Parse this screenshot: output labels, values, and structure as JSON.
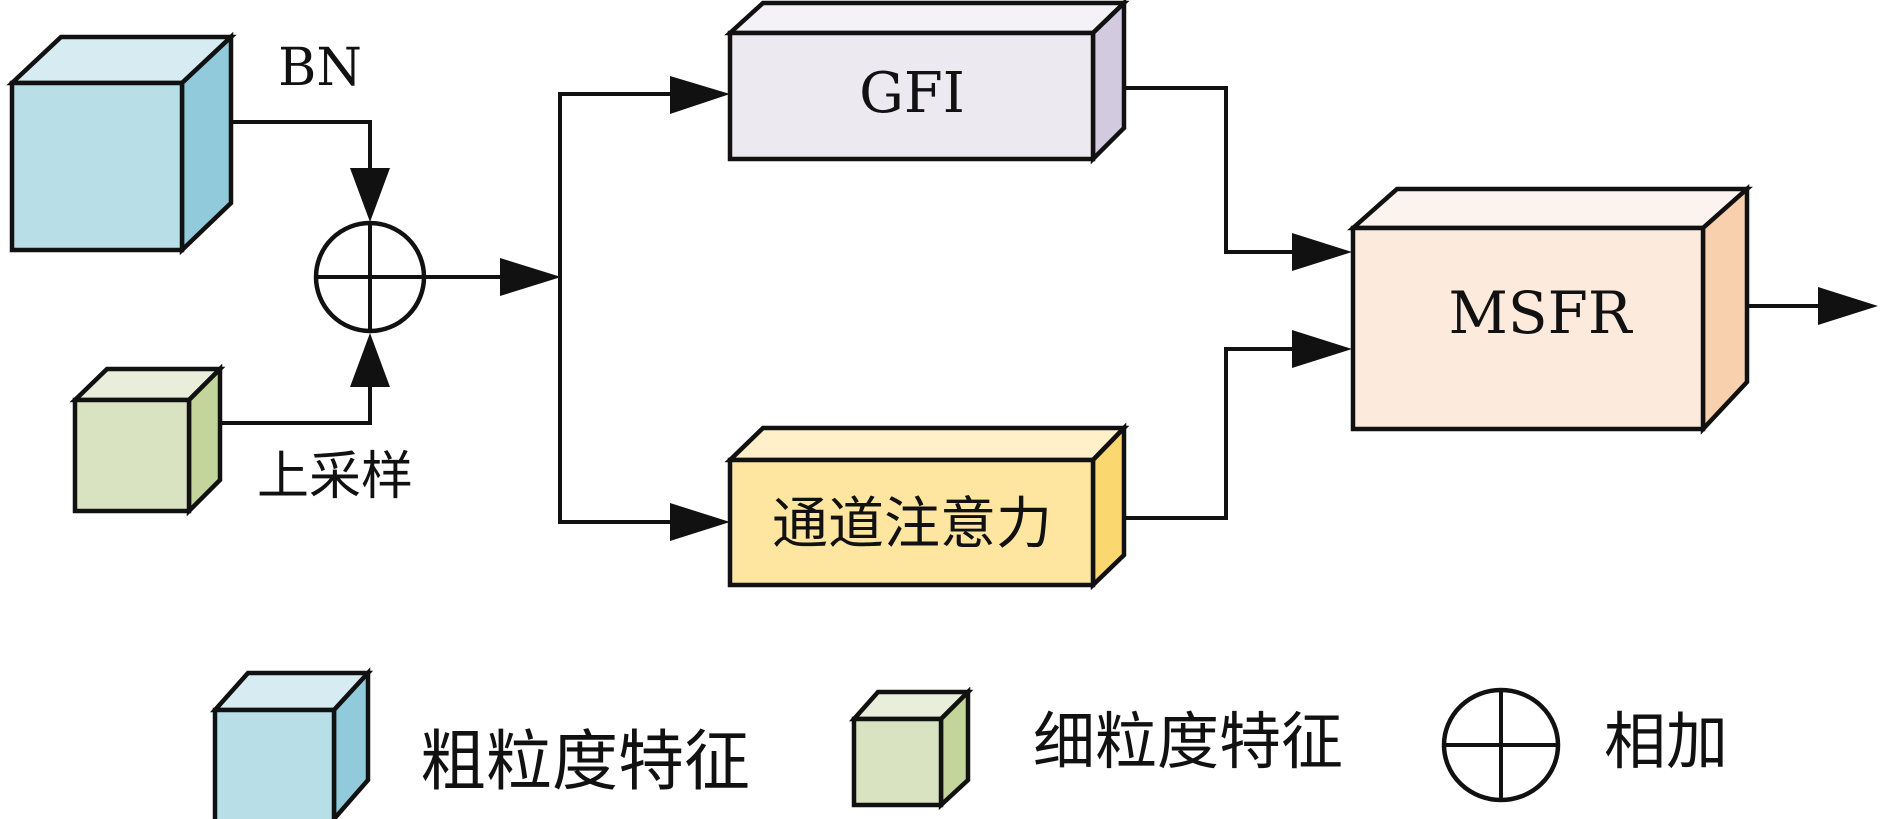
{
  "diagram": {
    "inputs": {
      "coarse_label": "BN",
      "fine_label": "上采样"
    },
    "modules": {
      "gfi": "GFI",
      "channel_attention": "通道注意力",
      "msfr": "MSFR"
    },
    "legend": {
      "coarse": "粗粒度特征",
      "fine": "细粒度特征",
      "add": "相加"
    },
    "colors": {
      "coarse": {
        "front": "#B8DEE8",
        "top": "#D7ECF2",
        "side": "#90CADB"
      },
      "fine": {
        "front": "#D9E3C1",
        "top": "#E9EEDB",
        "side": "#C3D59B"
      },
      "gfi": {
        "front": "#ECE9F1",
        "top": "#F4F2F7",
        "side": "#D2CADF"
      },
      "channel_attention": {
        "front": "#FEE6A0",
        "top": "#FFF0C9",
        "side": "#FBD86F"
      },
      "msfr": {
        "front": "#FCEADC",
        "top": "#FDF3EE",
        "side": "#F8D0AE"
      }
    }
  }
}
